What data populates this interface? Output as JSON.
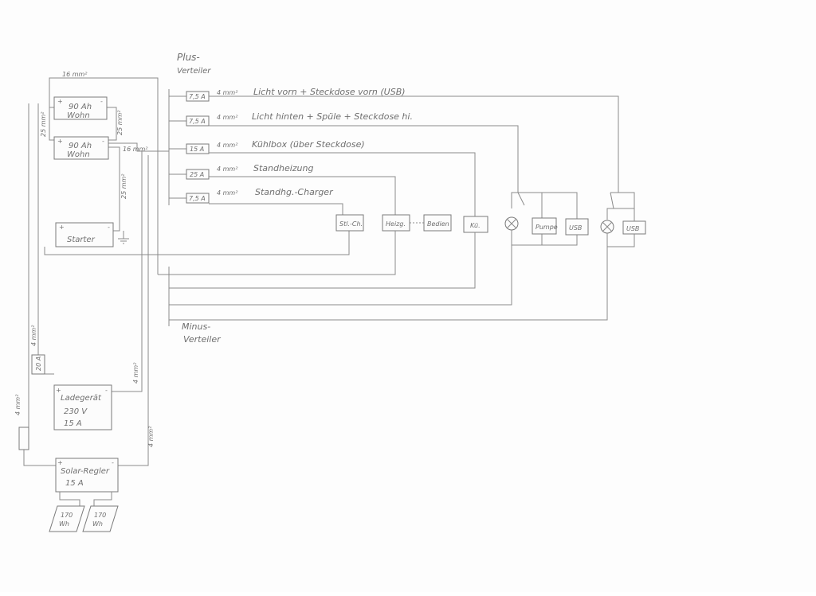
{
  "labels": {
    "plus_title": "Plus-",
    "plus_sub": "Verteiler",
    "minus_title": "Minus-",
    "minus_sub": "Verteiler",
    "wire_16_top": "16 mm²",
    "wire_16_mid": "16 mm²",
    "wire_25_left": "25 mm²",
    "wire_25_right": "25 mm²",
    "wire_25_starter": "25 mm²",
    "wire_4_charger_left": "4 mm²",
    "wire_4_charger_right": "4 mm²",
    "wire_4_solar_left": "4 mm²",
    "wire_4_solar_right": "4 mm²"
  },
  "circuits": [
    {
      "fuse": "7,5 A",
      "wire": "4 mm²",
      "desc": "Licht vorn + Steckdose vorn (USB)"
    },
    {
      "fuse": "7,5 A",
      "wire": "4 mm²",
      "desc": "Licht hinten + Spüle + Steckdose hi."
    },
    {
      "fuse": "15 A",
      "wire": "4 mm²",
      "desc": "Kühlbox (über Steckdose)"
    },
    {
      "fuse": "25 A",
      "wire": "4 mm²",
      "desc": "Standheizung"
    },
    {
      "fuse": "7,5 A",
      "wire": "4 mm²",
      "desc": "Standhg.-Charger"
    }
  ],
  "components": {
    "battery1_a": "90 Ah",
    "battery1_b": "Wohn",
    "battery2_a": "90 Ah",
    "battery2_b": "Wohn",
    "starter": "Starter",
    "charger_fuse": "20 A",
    "charger_1": "Ladegerät",
    "charger_2": "230 V",
    "charger_3": "15 A",
    "solar_1": "Solar-Regler",
    "solar_2": "15 A",
    "panel_left_1": "170",
    "panel_left_2": "Wh",
    "panel_right_1": "170",
    "panel_right_2": "Wh",
    "load_stlch": "Stl.-Ch.",
    "load_heizg": "Heizg.",
    "load_bedien": "Bedien",
    "load_ku": "Kü.",
    "load_pumpe": "Pumpe",
    "load_usb1": "USB",
    "load_usb2": "USB",
    "plus_sign": "+",
    "minus_sign": "-"
  }
}
